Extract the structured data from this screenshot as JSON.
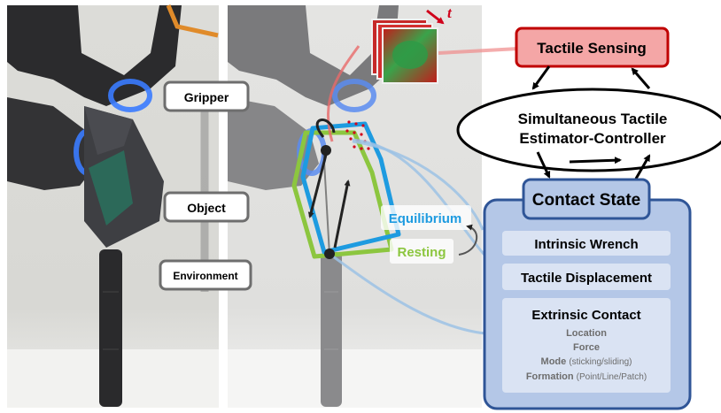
{
  "left_labels": {
    "gripper": "Gripper",
    "object": "Object",
    "environment": "Environment"
  },
  "tactile_sensing": "Tactile Sensing",
  "time_symbol": "t",
  "estimator": {
    "line1": "Simultaneous Tactile",
    "line2": "Estimator-Controller"
  },
  "contact_state": {
    "title": "Contact State",
    "items": {
      "intrinsic_wrench": "Intrinsic Wrench",
      "tactile_displacement": "Tactile Displacement",
      "extrinsic_contact": {
        "title": "Extrinsic Contact",
        "location": "Location",
        "force": "Force",
        "mode": "Mode",
        "mode_detail": "(sticking/sliding)",
        "formation": "Formation",
        "formation_detail": "(Point/Line/Patch)"
      }
    }
  },
  "pose_labels": {
    "equilibrium": "Equilibrium",
    "resting": "Resting"
  },
  "colors": {
    "tactile_red": "#c00000",
    "tactile_fill": "#f4a6a6",
    "contact_blue": "#2f5597",
    "contact_fill": "#b4c7e7",
    "equilibrium_blue": "#1e9be0",
    "resting_green": "#8cc63f"
  }
}
